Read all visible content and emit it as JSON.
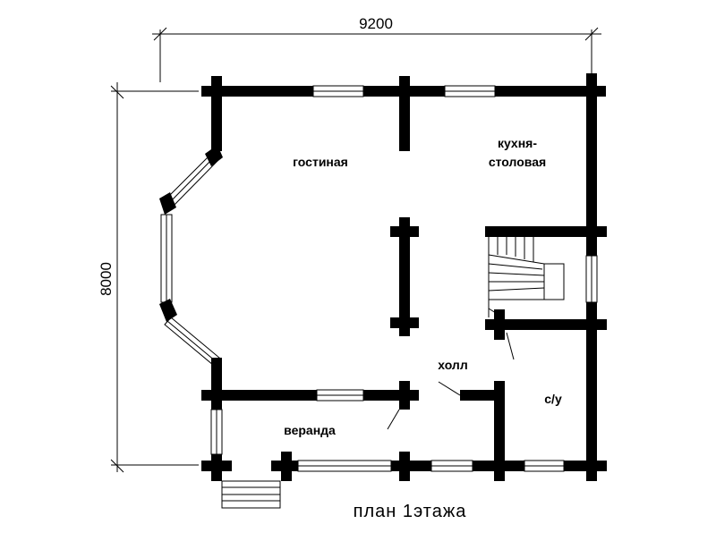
{
  "plan": {
    "dimensions": {
      "width_label": "9200",
      "height_label": "8000"
    },
    "rooms": {
      "living": "гостиная",
      "kitchen_line1": "кухня-",
      "kitchen_line2": "столовая",
      "hall": "холл",
      "veranda": "веранда",
      "bathroom": "с/у"
    },
    "caption": "план 1этажа"
  },
  "colors": {
    "walls": "#000000",
    "background": "#ffffff"
  }
}
